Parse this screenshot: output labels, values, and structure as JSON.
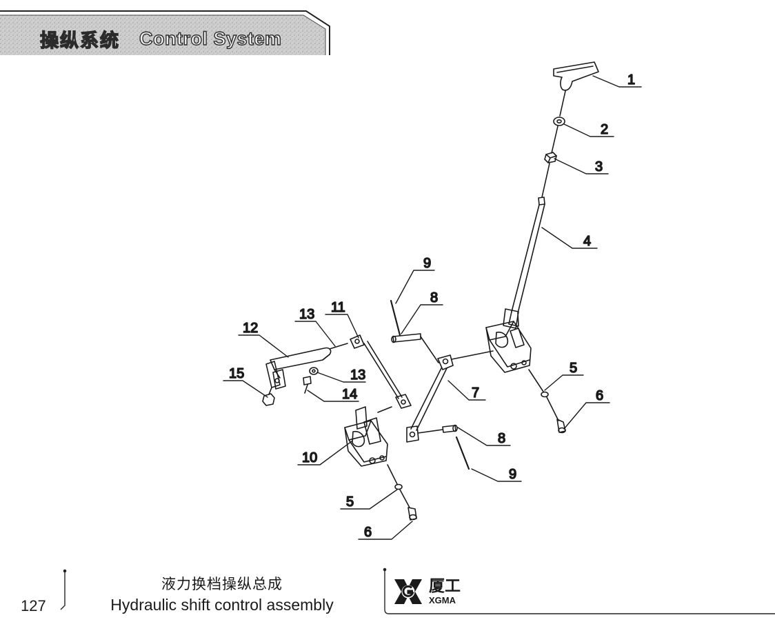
{
  "header": {
    "title_zh": "操纵系统",
    "title_en": "Control System"
  },
  "diagram": {
    "callouts": [
      {
        "id": "c1",
        "label": "1"
      },
      {
        "id": "c2",
        "label": "2"
      },
      {
        "id": "c3",
        "label": "3"
      },
      {
        "id": "c4",
        "label": "4"
      },
      {
        "id": "c5a",
        "label": "5"
      },
      {
        "id": "c6a",
        "label": "6"
      },
      {
        "id": "c7",
        "label": "7"
      },
      {
        "id": "c8a",
        "label": "8"
      },
      {
        "id": "c9a",
        "label": "9"
      },
      {
        "id": "c8b",
        "label": "8"
      },
      {
        "id": "c9b",
        "label": "9"
      },
      {
        "id": "c10",
        "label": "10"
      },
      {
        "id": "c5b",
        "label": "5"
      },
      {
        "id": "c6b",
        "label": "6"
      },
      {
        "id": "c11",
        "label": "11"
      },
      {
        "id": "c12",
        "label": "12"
      },
      {
        "id": "c13a",
        "label": "13"
      },
      {
        "id": "c13b",
        "label": "13"
      },
      {
        "id": "c14",
        "label": "14"
      },
      {
        "id": "c15",
        "label": "15"
      }
    ]
  },
  "footer": {
    "page_number": "127",
    "caption_zh": "液力换档操纵总成",
    "caption_en": "Hydraulic shift control assembly",
    "logo_zh": "厦工",
    "logo_en": "XGMA"
  }
}
